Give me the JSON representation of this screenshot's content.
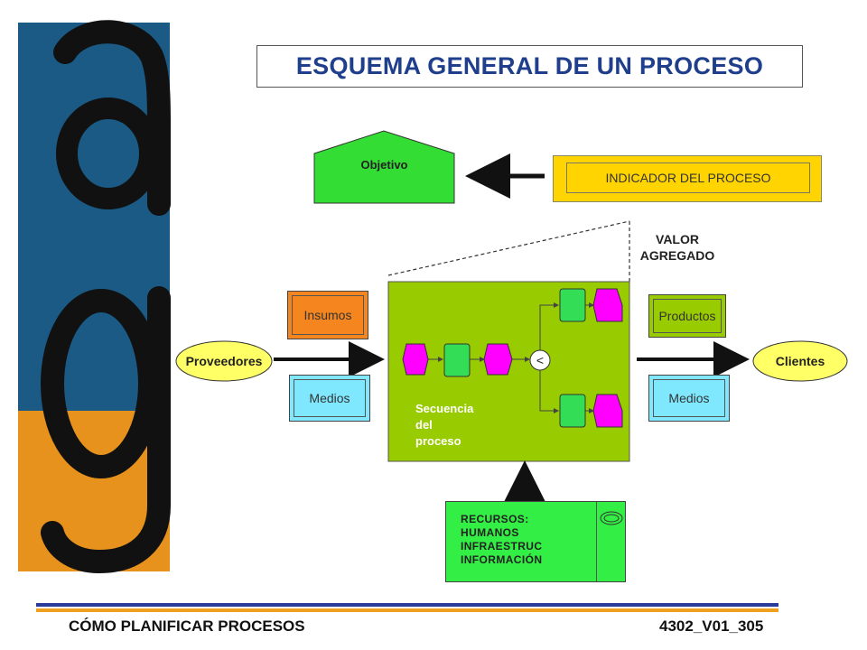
{
  "title": "ESQUEMA GENERAL DE UN PROCESO",
  "logo": {
    "letters": "ag",
    "colors": {
      "blue": "#1a5a84",
      "orange": "#e8921e",
      "ink": "#111111"
    }
  },
  "objetivo": {
    "label": "Objetivo",
    "color": "#33dd33"
  },
  "indicador": {
    "label": "INDICADOR DEL PROCESO",
    "color": "#ffd400"
  },
  "valor_agregado": {
    "line1": "VALOR",
    "line2": "AGREGADO"
  },
  "inputs": {
    "proveedores": "Proveedores",
    "insumos": "Insumos",
    "medios": "Medios"
  },
  "outputs": {
    "clientes": "Clientes",
    "productos": "Productos",
    "medios": "Medios"
  },
  "proceso": {
    "color": "#99cc00",
    "secuencia": [
      "Secuencia",
      "del",
      "proceso"
    ],
    "decision_symbol": "<"
  },
  "recursos": {
    "lines": [
      "RECURSOS:",
      "HUMANOS",
      "INFRAESTRUC",
      "INFORMACIÓN"
    ]
  },
  "footer": {
    "left": "CÓMO PLANIFICAR PROCESOS",
    "right": "4302_V01_305",
    "rule_colors": [
      "#2a3c9a",
      "#f0a020"
    ]
  }
}
